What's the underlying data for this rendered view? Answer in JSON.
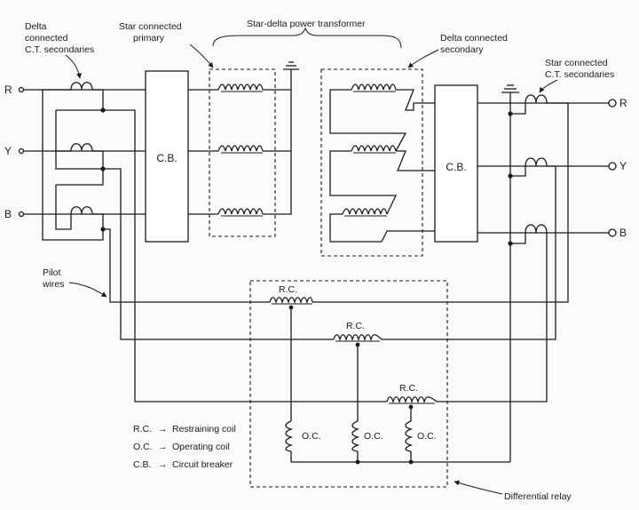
{
  "labels": {
    "delta_ct": [
      "Delta",
      "connected",
      "C.T. secondaries"
    ],
    "star_primary": [
      "Star connected",
      "primary"
    ],
    "transformer": "Star-delta power transformer",
    "delta_secondary": [
      "Delta connected",
      "secondary"
    ],
    "star_ct": [
      "Star connected",
      "C.T. secondaries"
    ],
    "cb": "C.B.",
    "pilot": [
      "Pilot",
      "wires"
    ],
    "rc": "R.C.",
    "oc": "O.C.",
    "phase_r": "R",
    "phase_y": "Y",
    "phase_b": "B",
    "differential_relay": "Differential relay"
  },
  "legend": [
    {
      "abbr": "R.C.",
      "arrow": "→",
      "text": "Restraining coil"
    },
    {
      "abbr": "O.C.",
      "arrow": "→",
      "text": "Operating coil"
    },
    {
      "abbr": "C.B.",
      "arrow": "→",
      "text": "Circuit breaker"
    }
  ]
}
